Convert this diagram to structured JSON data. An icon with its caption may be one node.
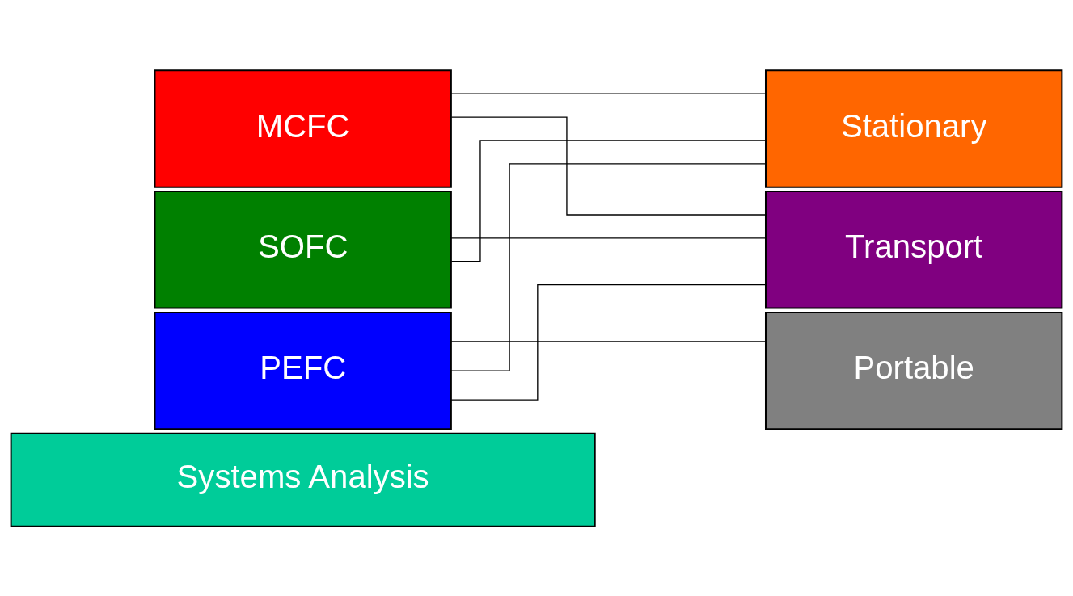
{
  "diagram": {
    "nodes": [
      {
        "text": [
          "MCFC"
        ]
      },
      {
        "text": [
          "SOFC"
        ]
      },
      {
        "text": [
          "PEFC"
        ]
      },
      {
        "text": [
          "Stationary"
        ]
      },
      {
        "text": [
          "Transport"
        ]
      },
      {
        "text": [
          "Portable"
        ]
      },
      {
        "text": [
          "Systems Analysis"
        ]
      }
    ],
    "edges": [
      {
        "from": 0,
        "to": 3,
        "arrow": "none"
      },
      {
        "from": 0,
        "to": 4,
        "arrow": "none"
      },
      {
        "from": 1,
        "to": 3,
        "arrow": "none"
      },
      {
        "from": 1,
        "to": 4,
        "arrow": "none"
      },
      {
        "from": 2,
        "to": 3,
        "arrow": "none"
      },
      {
        "from": 2,
        "to": 4,
        "arrow": "none"
      },
      {
        "from": 2,
        "to": 5,
        "arrow": "none"
      }
    ]
  }
}
